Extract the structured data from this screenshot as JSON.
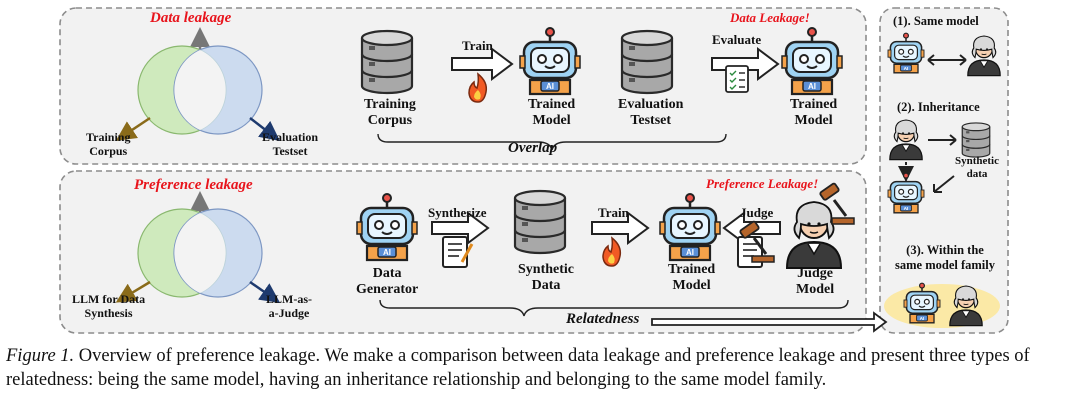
{
  "colors": {
    "red": "#e8141c",
    "panel_bg": "#f2f2f2",
    "panel_border": "#8c8c8c",
    "green_circle": "#c9e6b5",
    "blue_circle": "#c6d7ef",
    "yellow_highlight": "#fbe9a6",
    "robot_blue": "#8ec9ec"
  },
  "top": {
    "title": "Data leakage",
    "venn_left": "Training\nCorpus",
    "venn_right": "Evaluation\nTestset",
    "corpus_label": "Training\nCorpus",
    "train_label": "Train",
    "trained_model": "Trained\nModel",
    "eval_testset": "Evaluation\nTestset",
    "evaluate_label": "Evaluate",
    "trained_model2": "Trained\nModel",
    "leak_tag": "Data Leakage!",
    "overlap": "Overlap"
  },
  "bottom": {
    "title": "Preference leakage",
    "venn_left": "LLM for Data\nSynthesis",
    "venn_right": "LLM-as-\na-Judge",
    "generator": "Data\nGenerator",
    "synthesize_label": "Synthesize",
    "synthetic_data": "Synthetic\nData",
    "train_label": "Train",
    "trained_model": "Trained\nModel",
    "judge_label": "Judge",
    "judge_model": "Judge\nModel",
    "leak_tag": "Preference Leakage!",
    "relatedness": "Relatedness"
  },
  "side": {
    "item1": "(1). Same model",
    "item2": "(2). Inheritance",
    "synthetic_data": "Synthetic\ndata",
    "item3": "(3). Within the\nsame model family"
  },
  "caption": {
    "label": "Figure 1.",
    "text": " Overview of preference leakage. We make a comparison between data leakage and preference leakage and present three types of relatedness: being the same model, having an inheritance relationship and belonging to the same model family."
  },
  "icons": [
    "database-icon",
    "robot-icon",
    "fire-icon",
    "checklist-icon",
    "judge-icon",
    "document-pen-icon",
    "gavel-icon",
    "venn-diagram"
  ]
}
